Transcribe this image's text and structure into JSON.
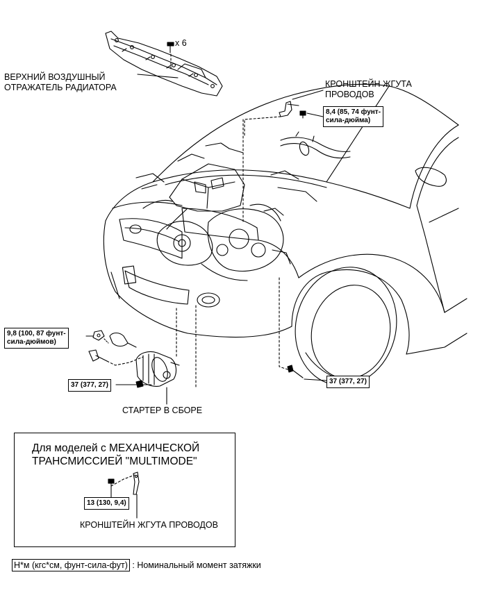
{
  "labels": {
    "upper_deflector_line1": "ВЕРХНИЙ ВОЗДУШНЫЙ",
    "upper_deflector_line2": "ОТРАЖАТЕЛЬ РАДИАТОРА",
    "bolt_qty": "x 6",
    "bracket_line1": "КРОНШТЕЙН ЖГУТА",
    "bracket_line2": "ПРОВОДОВ",
    "starter": "СТАРТЕР В СБОРЕ"
  },
  "torques": {
    "bracket_line1": "8,4 (85, 74 фунт-",
    "bracket_line2": "сила-дюйма)",
    "terminal_line1": "9,8 (100, 87 фунт-",
    "terminal_line2": "сила-дюймов)",
    "starter_bolt_left": "37 (377, 27)",
    "starter_bolt_right": "37 (377, 27)",
    "mm_bracket_bolt": "13 (130, 9,4)"
  },
  "multimode_box": {
    "title_line1": "Для моделей с МЕХАНИЧЕСКОЙ",
    "title_line2": "ТРАНСМИССИЕЙ \"MULTIMODE\"",
    "part_label": "КРОНШТЕЙН ЖГУТА ПРОВОДОВ"
  },
  "legend": {
    "key": "Н*м (кгс*см, фунт-сила-фут)",
    "description": ": Номинальный момент затяжки"
  }
}
